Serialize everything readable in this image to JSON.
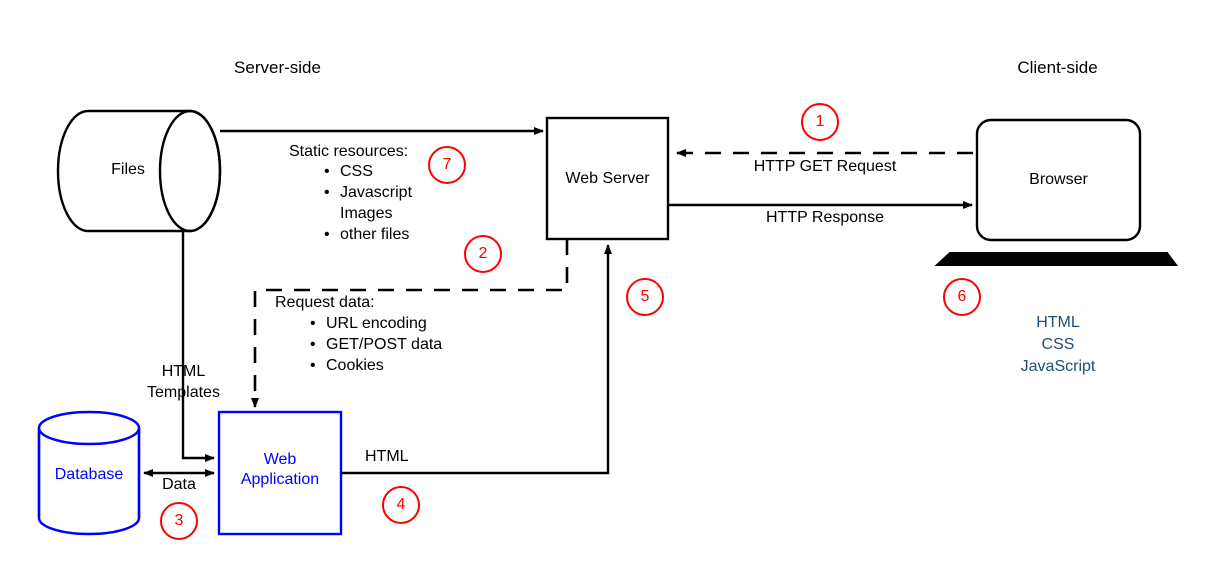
{
  "diagram": {
    "title_server": "Server-side",
    "title_client": "Client-side",
    "nodes": {
      "files": "Files",
      "web_server": "Web Server",
      "browser": "Browser",
      "database": "Database",
      "web_application_line1": "Web",
      "web_application_line2": "Application"
    },
    "labels": {
      "static_resources_heading": "Static resources:",
      "static_resources_items": [
        "CSS",
        "Javascript",
        "Images",
        "other files"
      ],
      "request_data_heading": "Request data:",
      "request_data_items": [
        "URL encoding",
        "GET/POST data",
        "Cookies"
      ],
      "http_get_request": "HTTP GET Request",
      "http_response": "HTTP Response",
      "html_templates_line1": "HTML",
      "html_templates_line2": "Templates",
      "data": "Data",
      "html": "HTML",
      "client_tech_1": "HTML",
      "client_tech_2": "CSS",
      "client_tech_3": "JavaScript"
    },
    "step_markers": [
      {
        "id": "1",
        "label": "1"
      },
      {
        "id": "2",
        "label": "2"
      },
      {
        "id": "3",
        "label": "3"
      },
      {
        "id": "4",
        "label": "4"
      },
      {
        "id": "5",
        "label": "5"
      },
      {
        "id": "6",
        "label": "6"
      },
      {
        "id": "7",
        "label": "7"
      }
    ],
    "colors": {
      "stroke": "#000000",
      "blue": "#0000ff",
      "red": "#ff0000",
      "client_tech": "#1f4e79",
      "background": "#ffffff"
    }
  }
}
